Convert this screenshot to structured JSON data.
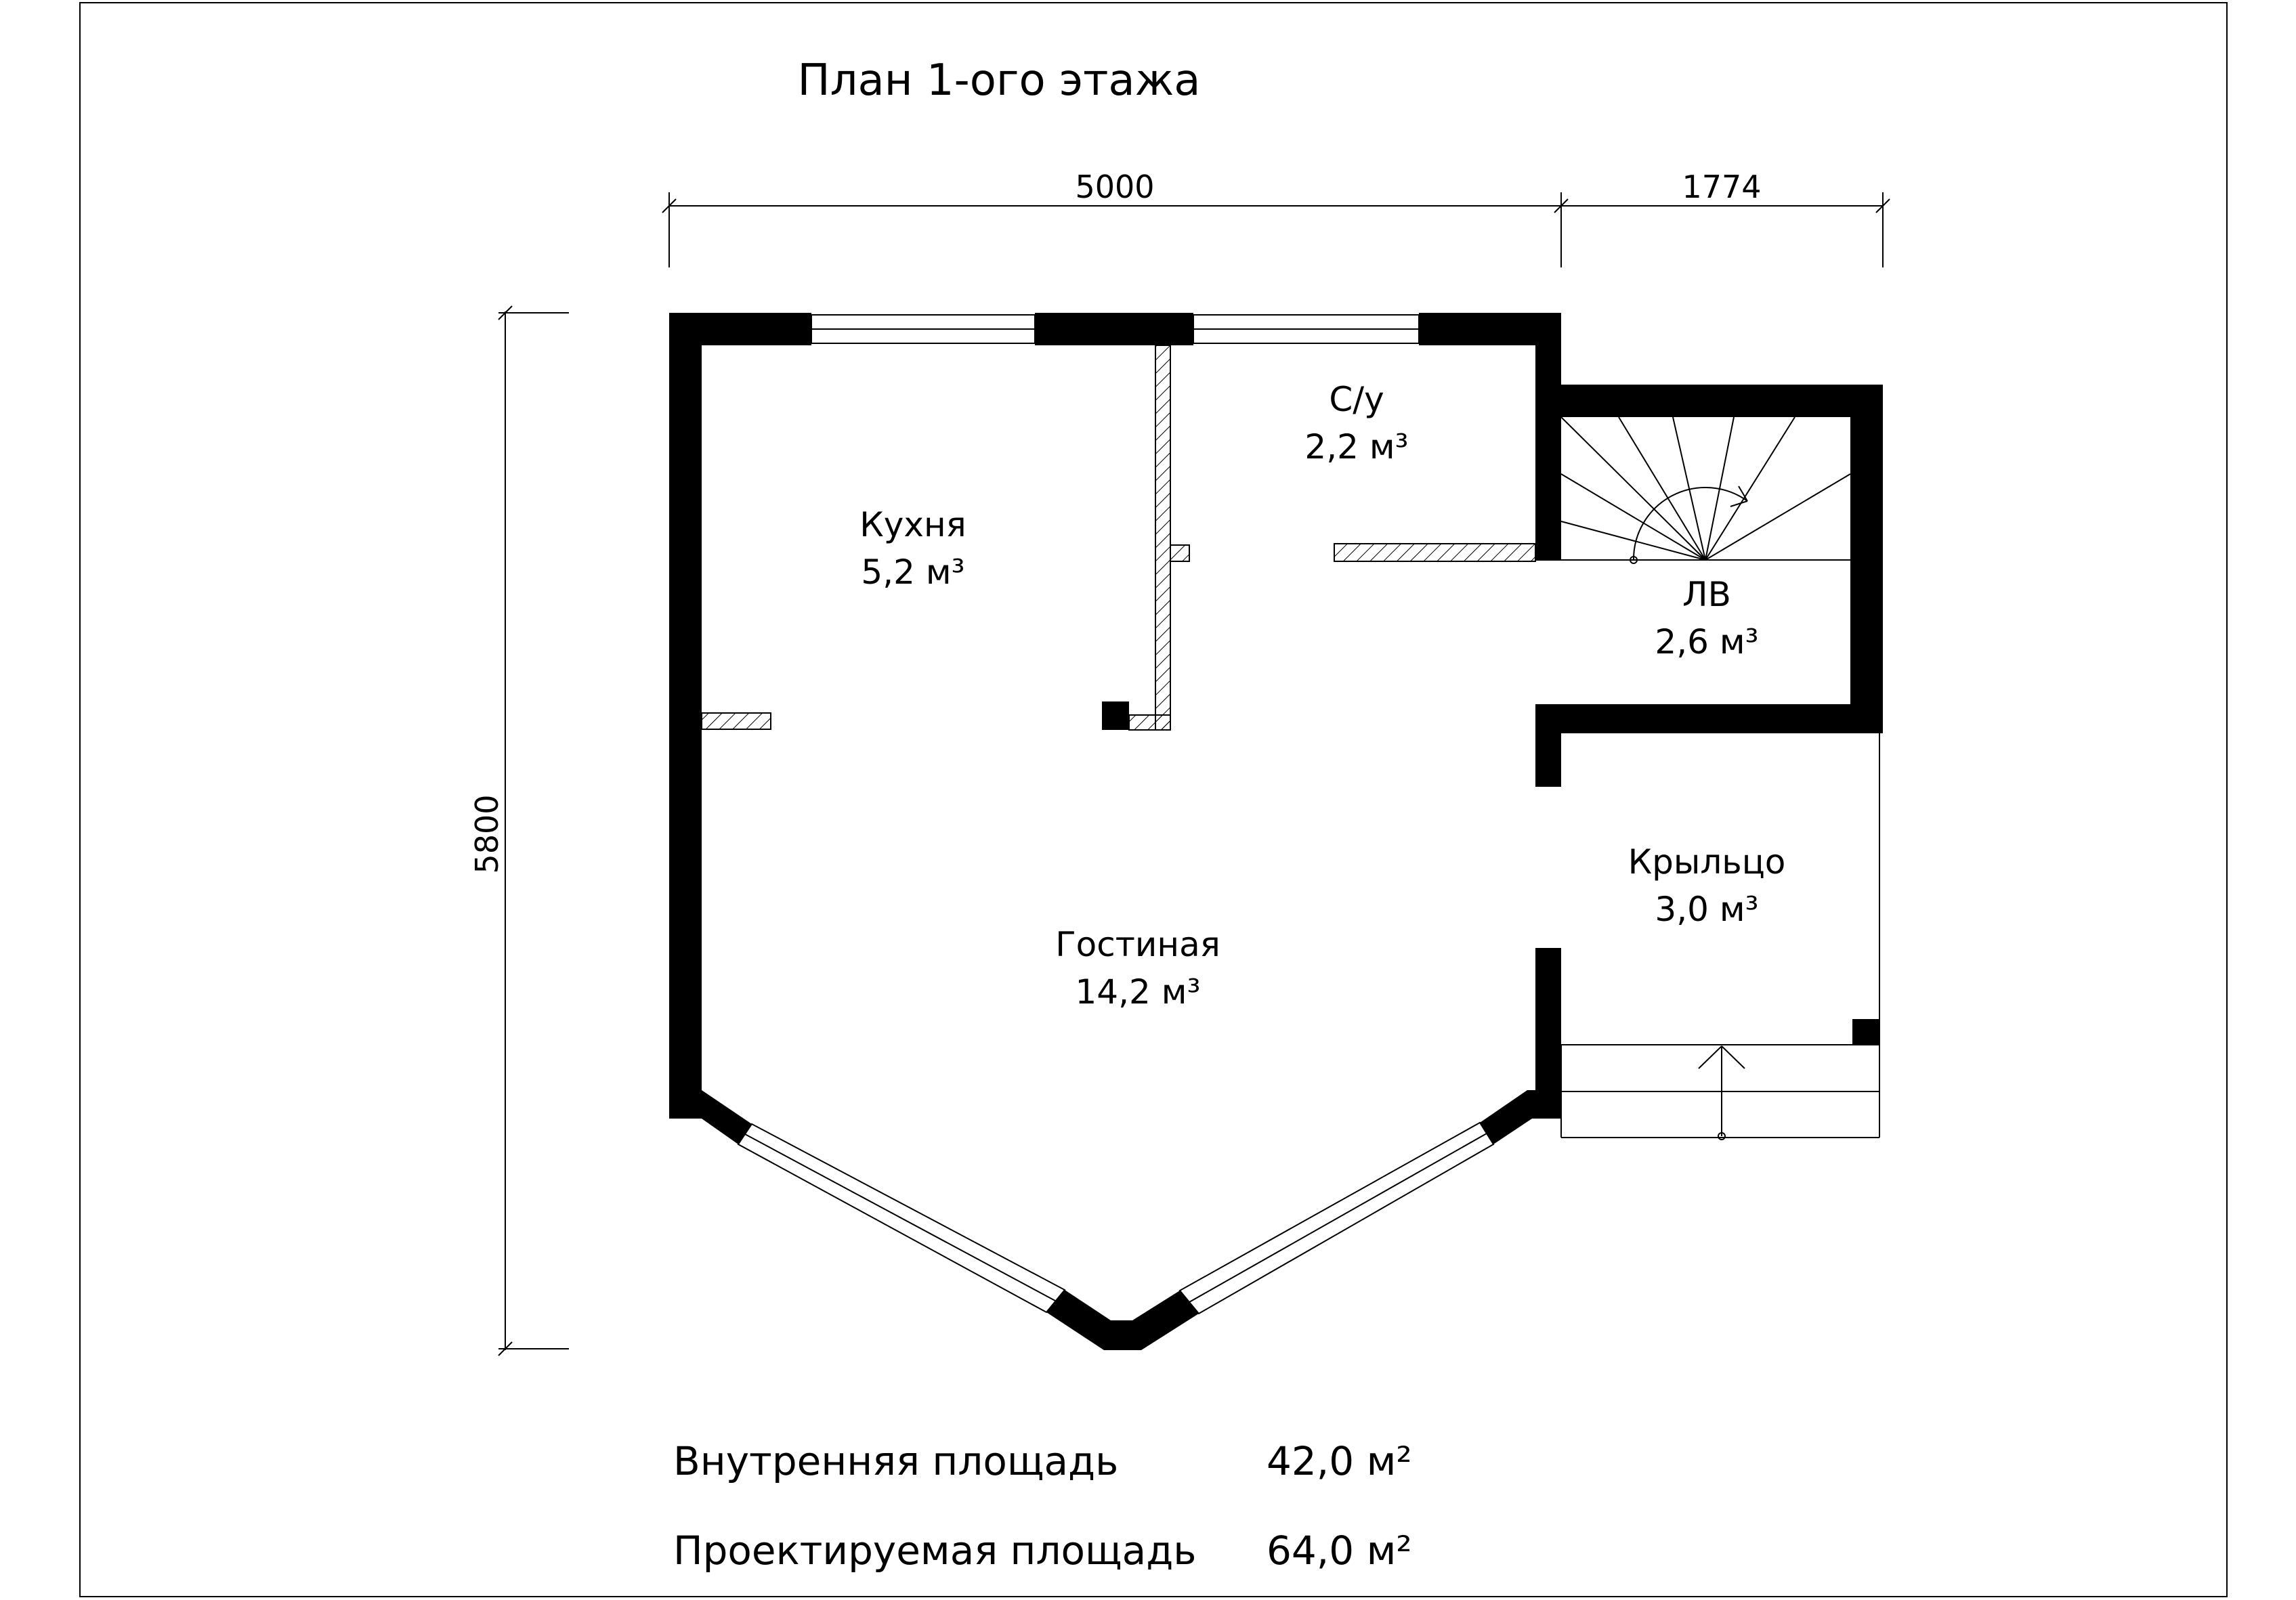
{
  "title": "План 1-ого этажа",
  "dimensions": {
    "top_left": "5000",
    "top_right": "1774",
    "left": "5800"
  },
  "rooms": {
    "kitchen": {
      "name": "Кухня",
      "area": "5,2 м³"
    },
    "bathroom": {
      "name": "С/у",
      "area": "2,2 м³"
    },
    "stair_hall": {
      "name": "ЛВ",
      "area": "2,6 м³"
    },
    "porch": {
      "name": "Крыльцо",
      "area": "3,0 м³"
    },
    "living": {
      "name": "Гостиная",
      "area": "14,2 м³"
    }
  },
  "summary": {
    "inner_label": "Внутренняя площадь",
    "inner_value": "42,0 м²",
    "design_label": "Проектируемая площадь",
    "design_value": "64,0 м²"
  }
}
